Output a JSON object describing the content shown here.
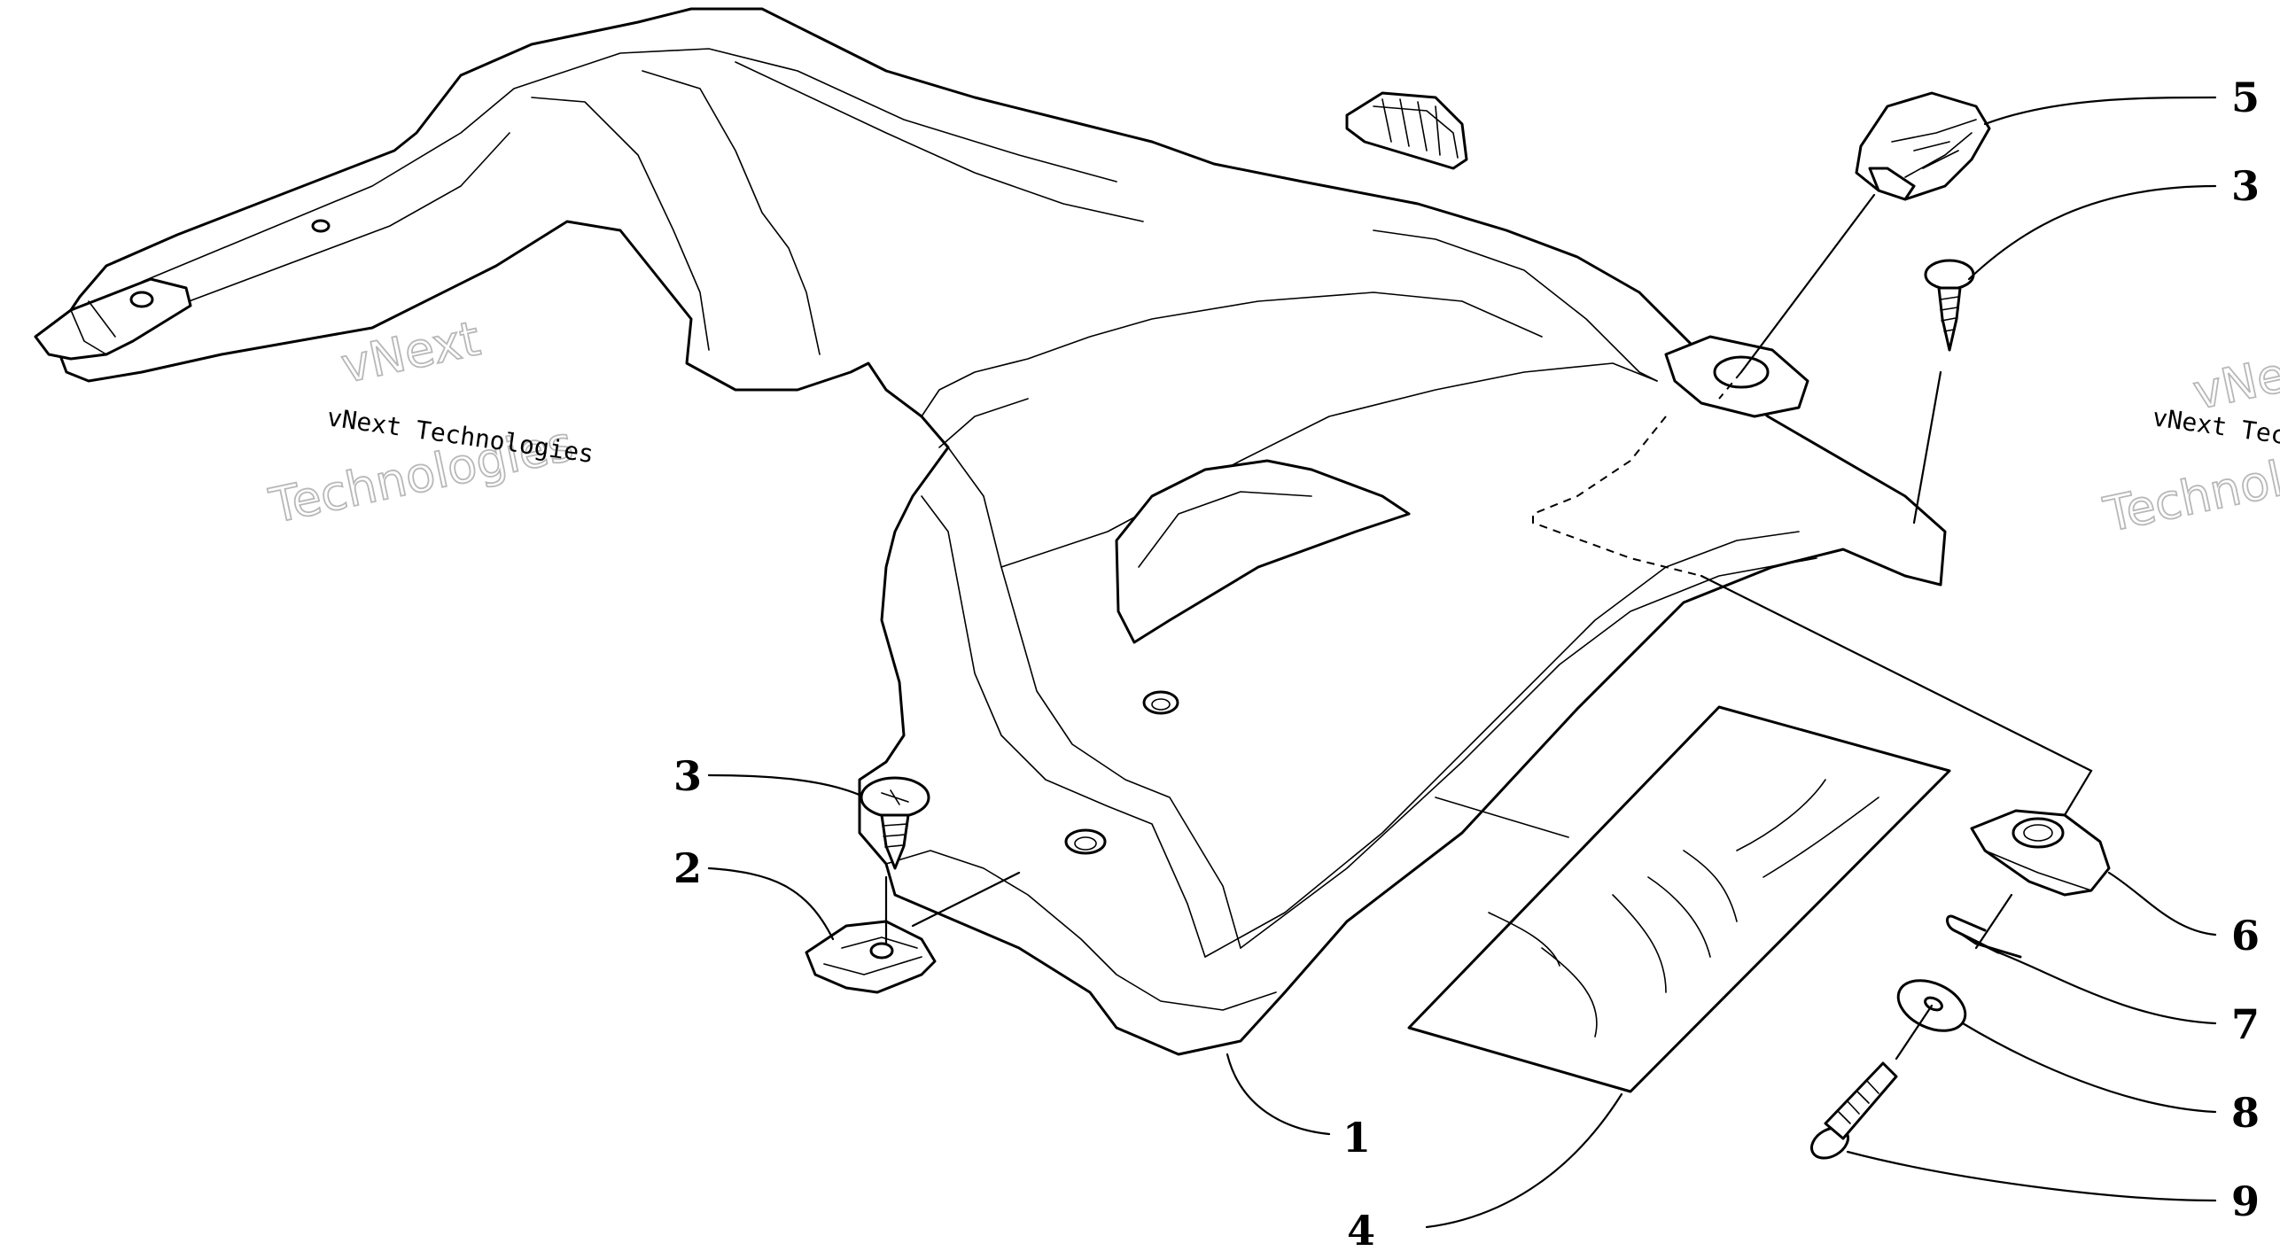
{
  "callouts": [
    "1",
    "2",
    "3",
    "3",
    "4",
    "5",
    "6",
    "7",
    "8",
    "9"
  ],
  "watermark": {
    "line1": "vNext Technologies",
    "line2a": "vNext",
    "line2b": "Technologies"
  },
  "colors": {
    "ink": "#000000",
    "paper": "#ffffff",
    "watermark_outline": "#b8b8b8"
  }
}
